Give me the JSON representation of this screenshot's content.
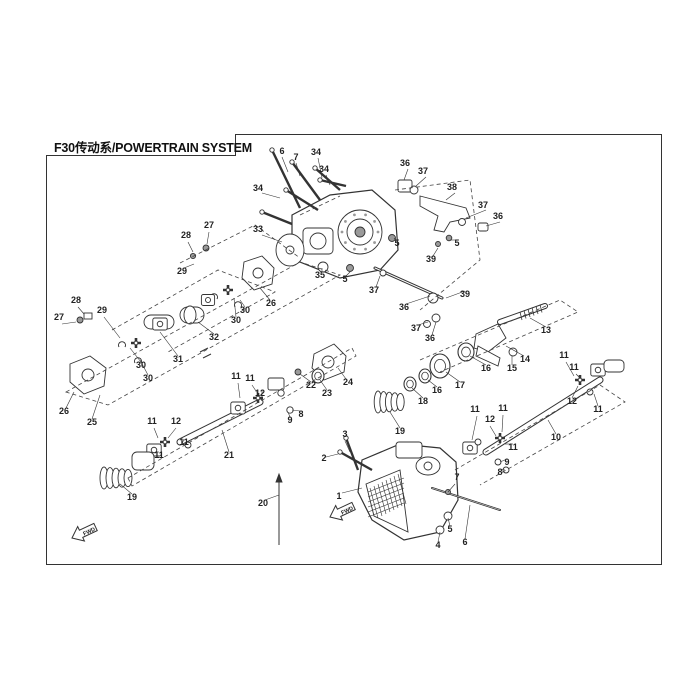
{
  "title": "F30传动系/POWERTRAIN SYSTEM",
  "fwd_label": "FWD",
  "callouts": [
    "1",
    "2",
    "3",
    "4",
    "5",
    "6",
    "7",
    "8",
    "9",
    "10",
    "11",
    "12",
    "13",
    "14",
    "15",
    "16",
    "17",
    "18",
    "19",
    "20",
    "21",
    "22",
    "23",
    "24",
    "25",
    "26",
    "27",
    "28",
    "29",
    "30",
    "31",
    "32",
    "33",
    "34",
    "35",
    "36",
    "37",
    "38",
    "39"
  ],
  "colors": {
    "line": "#333333",
    "fill": "#ffffff",
    "shade": "#9a9a9a"
  }
}
